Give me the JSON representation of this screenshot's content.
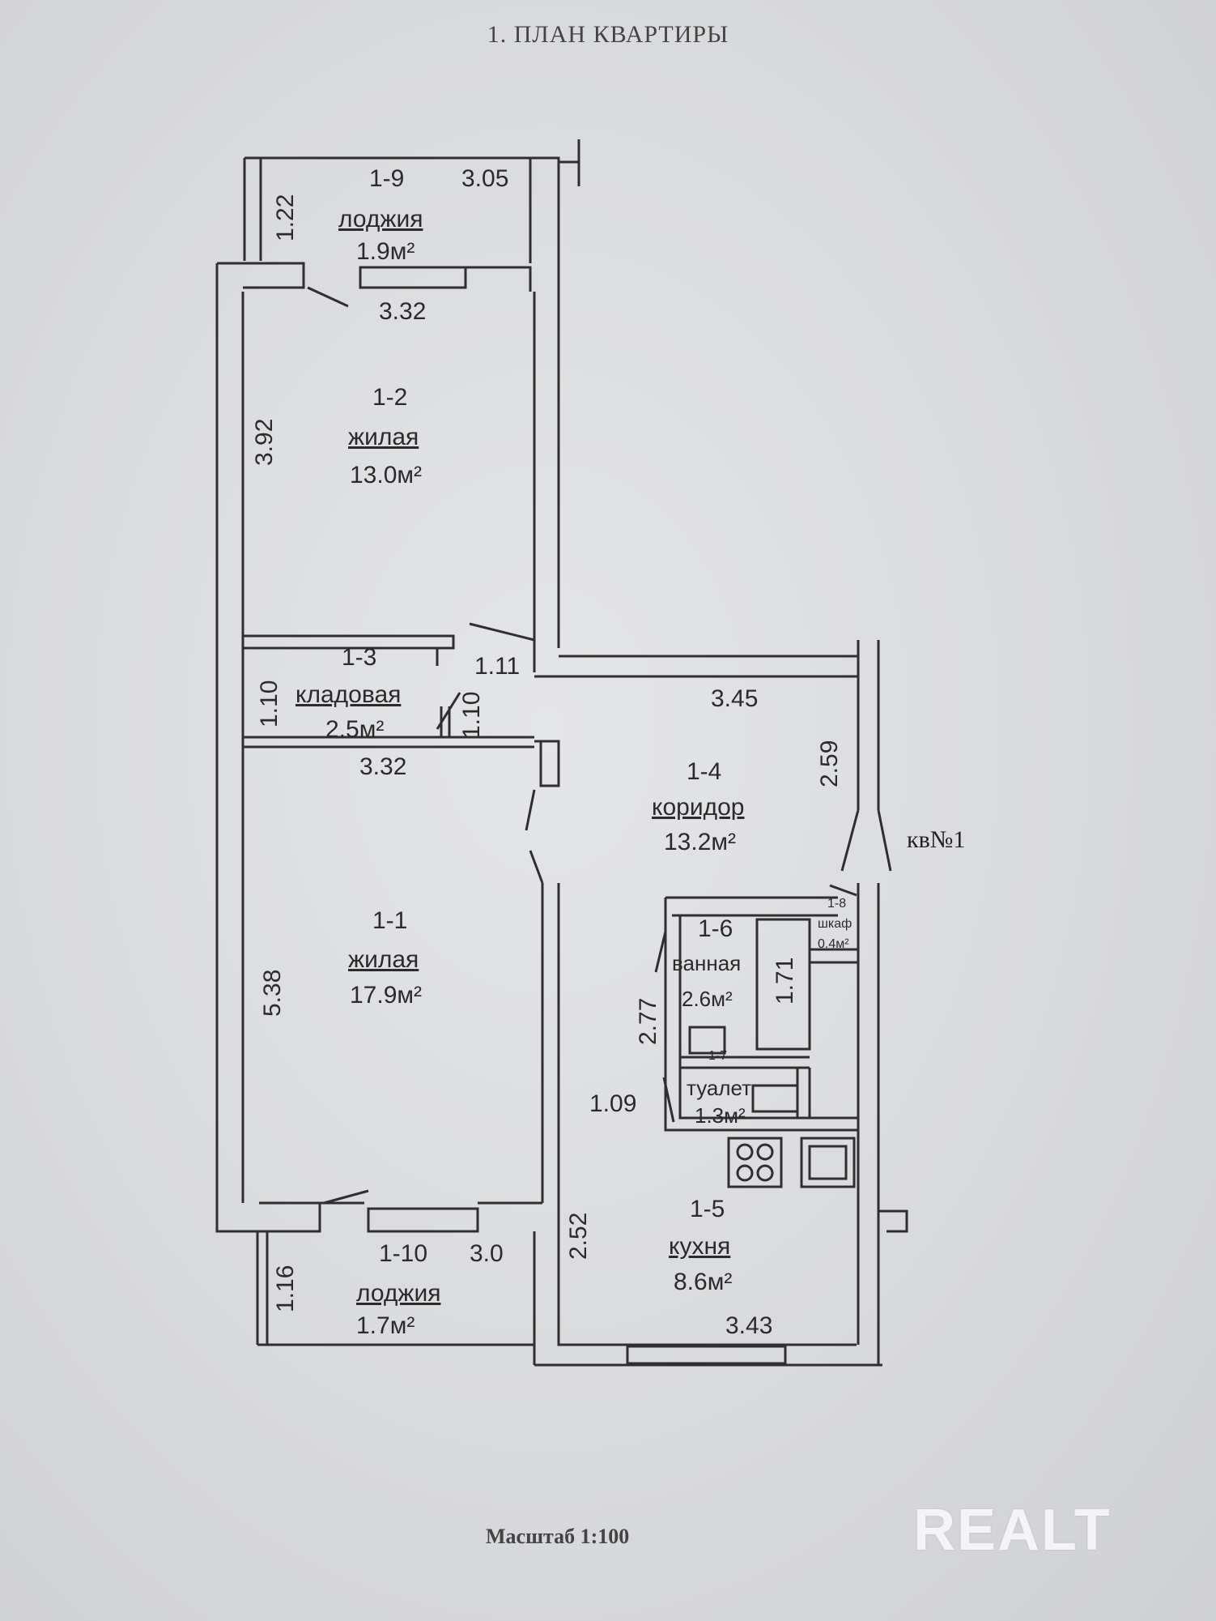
{
  "title": "1. ПЛАН КВАРТИРЫ",
  "scale": "Масштаб 1:100",
  "brand": "REALT",
  "apartment_label": "кв№1",
  "rooms": [
    {
      "id": "1-9",
      "name": "лоджия",
      "area": "1.9м²"
    },
    {
      "id": "1-2",
      "name": "жилая",
      "area": "13.0м²"
    },
    {
      "id": "1-3",
      "name": "кладовая",
      "area": "2.5м²"
    },
    {
      "id": "1-4",
      "name": "коридор",
      "area": "13.2м²"
    },
    {
      "id": "1-1",
      "name": "жилая",
      "area": "17.9м²"
    },
    {
      "id": "1-6",
      "name": "ванная",
      "area": "2.6м²"
    },
    {
      "id": "1-7",
      "name": "туалет",
      "area": "1.3м²"
    },
    {
      "id": "1-8",
      "name": "шкаф",
      "area": "0.4м²"
    },
    {
      "id": "1-5",
      "name": "кухня",
      "area": "8.6м²"
    },
    {
      "id": "1-10",
      "name": "лоджия",
      "area": "1.7м²"
    }
  ],
  "dimensions": {
    "loggia_top_width": "3.05",
    "loggia_top_depth": "1.22",
    "room12_width": "3.32",
    "room12_depth": "3.92",
    "door_corridor": "1.11",
    "storage_depth": "1.10",
    "storage_width_v": "1.10",
    "room11_width": "3.32",
    "corridor_width": "3.45",
    "corridor_depth": "2.59",
    "room11_depth": "5.38",
    "bath_depth": "2.77",
    "bath_length": "1.71",
    "wc_width": "1.09",
    "kitchen_depth": "2.52",
    "loggia_bottom_width": "3.0",
    "loggia_bottom_depth": "1.16",
    "kitchen_width": "3.43"
  }
}
